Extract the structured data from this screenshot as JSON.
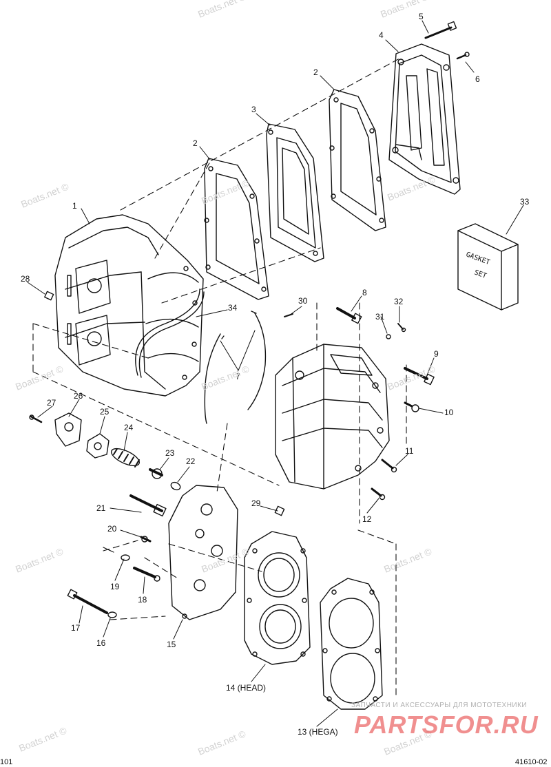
{
  "diagram": {
    "callouts": [
      {
        "id": "1",
        "label": "1"
      },
      {
        "id": "2a",
        "label": "2"
      },
      {
        "id": "2b",
        "label": "2"
      },
      {
        "id": "3",
        "label": "3"
      },
      {
        "id": "4",
        "label": "4"
      },
      {
        "id": "5",
        "label": "5"
      },
      {
        "id": "6",
        "label": "6"
      },
      {
        "id": "7",
        "label": "7"
      },
      {
        "id": "8",
        "label": "8"
      },
      {
        "id": "9",
        "label": "9"
      },
      {
        "id": "10",
        "label": "10"
      },
      {
        "id": "11",
        "label": "11"
      },
      {
        "id": "12",
        "label": "12"
      },
      {
        "id": "13",
        "label": "13 (HEGA)"
      },
      {
        "id": "14",
        "label": "14 (HEAD)"
      },
      {
        "id": "15",
        "label": "15"
      },
      {
        "id": "16",
        "label": "16"
      },
      {
        "id": "17",
        "label": "17"
      },
      {
        "id": "18",
        "label": "18"
      },
      {
        "id": "19",
        "label": "19"
      },
      {
        "id": "20",
        "label": "20"
      },
      {
        "id": "21",
        "label": "21"
      },
      {
        "id": "22",
        "label": "22"
      },
      {
        "id": "23",
        "label": "23"
      },
      {
        "id": "24",
        "label": "24"
      },
      {
        "id": "25",
        "label": "25"
      },
      {
        "id": "26",
        "label": "26"
      },
      {
        "id": "27",
        "label": "27"
      },
      {
        "id": "28",
        "label": "28"
      },
      {
        "id": "29",
        "label": "29"
      },
      {
        "id": "30",
        "label": "30"
      },
      {
        "id": "31",
        "label": "31"
      },
      {
        "id": "32",
        "label": "32"
      },
      {
        "id": "33",
        "label": "33"
      },
      {
        "id": "34",
        "label": "34"
      }
    ],
    "gasket_set_box": {
      "line1": "GASKET",
      "line2": "SET"
    },
    "corner_left": "101",
    "corner_right": "41610-02"
  },
  "watermarks": {
    "text": "Boats.net ©"
  },
  "branding": {
    "caption": "ЗАПЧАСТИ И АКСЕССУАРЫ ДЛЯ МОТОТЕХНИКИ",
    "logo": "PARTSFOR.RU"
  },
  "colors": {
    "ink": "#111111",
    "watermark": "#d2d2d2",
    "brand": "#e53434"
  }
}
